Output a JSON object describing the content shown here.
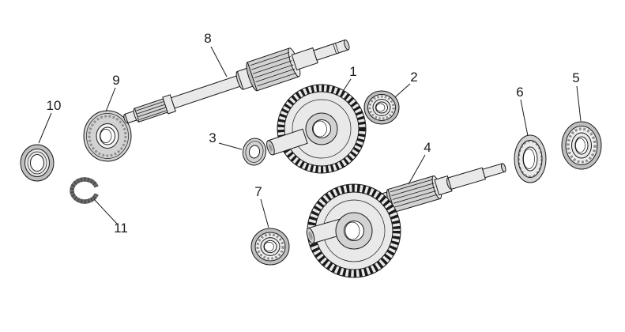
{
  "colors": {
    "background": "#ffffff",
    "line": "#1a1a1a",
    "metal_light": "#e9e9e9",
    "metal_mid": "#d2d2d2",
    "metal_dark": "#bfbfbf"
  },
  "diagram": {
    "parts": [
      {
        "label": "1"
      },
      {
        "label": "2"
      },
      {
        "label": "3"
      },
      {
        "label": "4"
      },
      {
        "label": "5"
      },
      {
        "label": "6"
      },
      {
        "label": "7"
      },
      {
        "label": "8"
      },
      {
        "label": "9"
      },
      {
        "label": "10"
      },
      {
        "label": "11"
      }
    ]
  }
}
